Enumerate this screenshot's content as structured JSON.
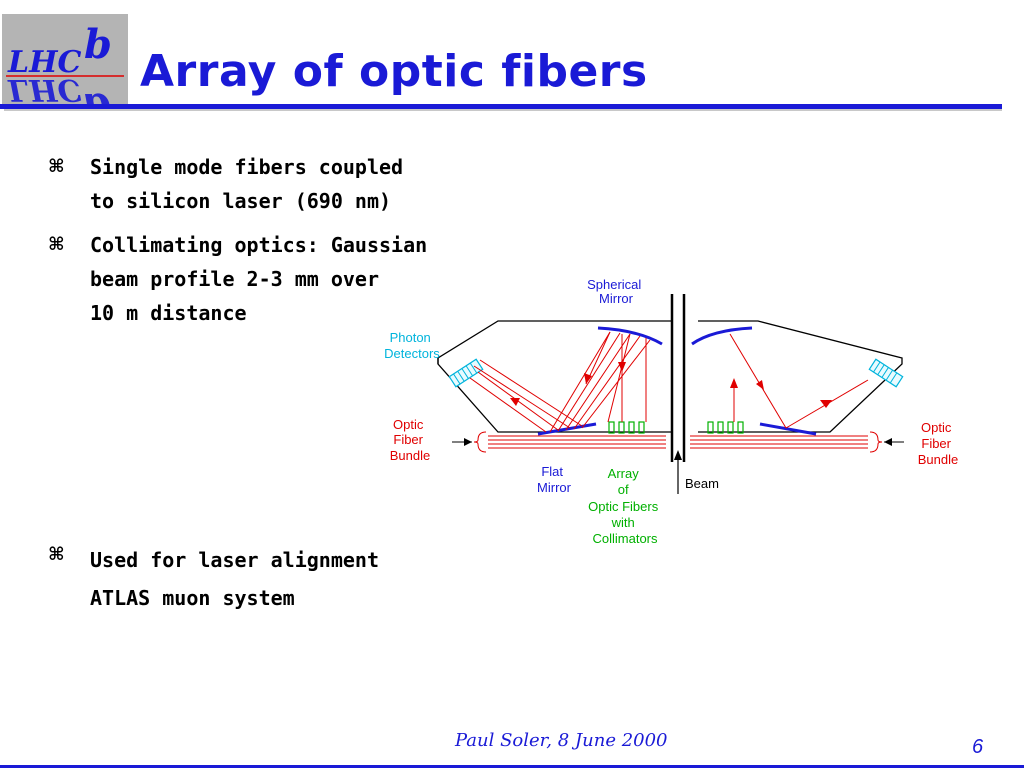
{
  "slide": {
    "title": "Array of optic fibers",
    "logo_text": "LHCb",
    "bullets": [
      {
        "marker": "⌘",
        "lines": [
          "Single mode fibers coupled",
          "to silicon laser (690 nm)"
        ]
      },
      {
        "marker": "⌘",
        "lines": [
          "Collimating optics: Gaussian",
          "beam profile 2-3 mm over",
          "10 m distance"
        ]
      },
      {
        "marker": "⌘",
        "lines": [
          "Used for laser alignment",
          "ATLAS muon system"
        ]
      }
    ],
    "author": "Paul Soler, 8 June 2000",
    "page_number": "6"
  },
  "diagram": {
    "labels": {
      "spherical_mirror": [
        "Spherical",
        "Mirror"
      ],
      "photon_detectors": [
        "Photon",
        "Detectors"
      ],
      "optic_fiber_bundle_left": [
        "Optic",
        "Fiber",
        "Bundle"
      ],
      "optic_fiber_bundle_right": [
        "Optic",
        "Fiber",
        "Bundle"
      ],
      "flat_mirror": [
        "Flat",
        "Mirror"
      ],
      "array_of_fibers": [
        "Array",
        "of",
        "Optic Fibers",
        "with",
        "Collimators"
      ],
      "beam": "Beam"
    },
    "colors": {
      "title_blue": "#1a1ad6",
      "label_blue": "#1a1ad6",
      "label_cyan": "#00b4dc",
      "label_red": "#e00000",
      "label_green": "#00b000",
      "ray_red": "#e00000",
      "mirror_blue": "#1a1ad6",
      "collimator_green": "#00b000",
      "outline_black": "#000000"
    }
  }
}
